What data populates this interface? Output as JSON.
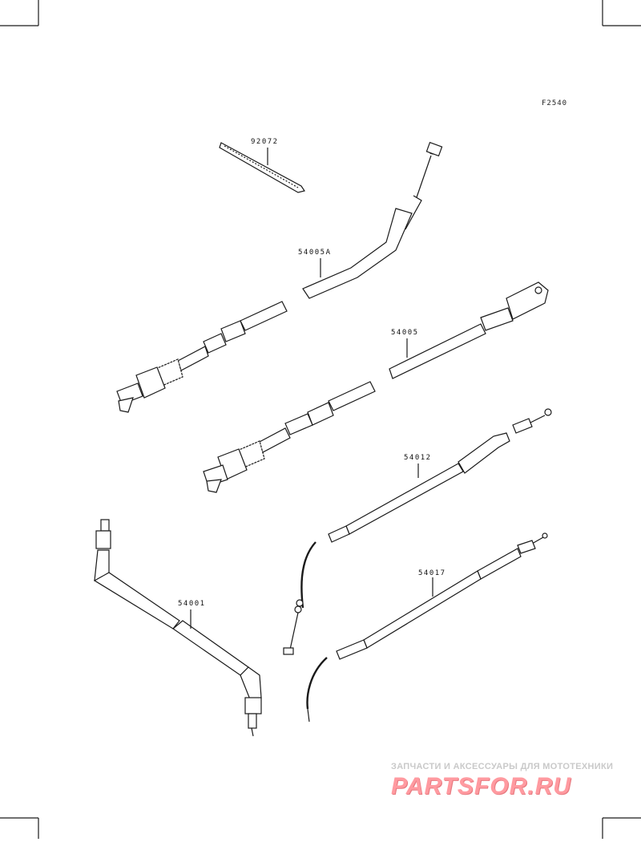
{
  "figure_code": "F2540",
  "parts": [
    {
      "id": "part-92072",
      "number": "92072"
    },
    {
      "id": "part-54005a",
      "number": "54005A"
    },
    {
      "id": "part-54005",
      "number": "54005"
    },
    {
      "id": "part-54012",
      "number": "54012"
    },
    {
      "id": "part-54017",
      "number": "54017"
    },
    {
      "id": "part-54001",
      "number": "54001"
    }
  ],
  "watermark": {
    "tagline": "ЗАПЧАСТИ И АКСЕССУАРЫ ДЛЯ МОТОТЕХНИКИ",
    "logo": "PARTSFOR.RU"
  },
  "colors": {
    "line": "#1a1a1a",
    "watermark_logo": "#ff9aa0",
    "watermark_text": "#c9c9c9"
  }
}
